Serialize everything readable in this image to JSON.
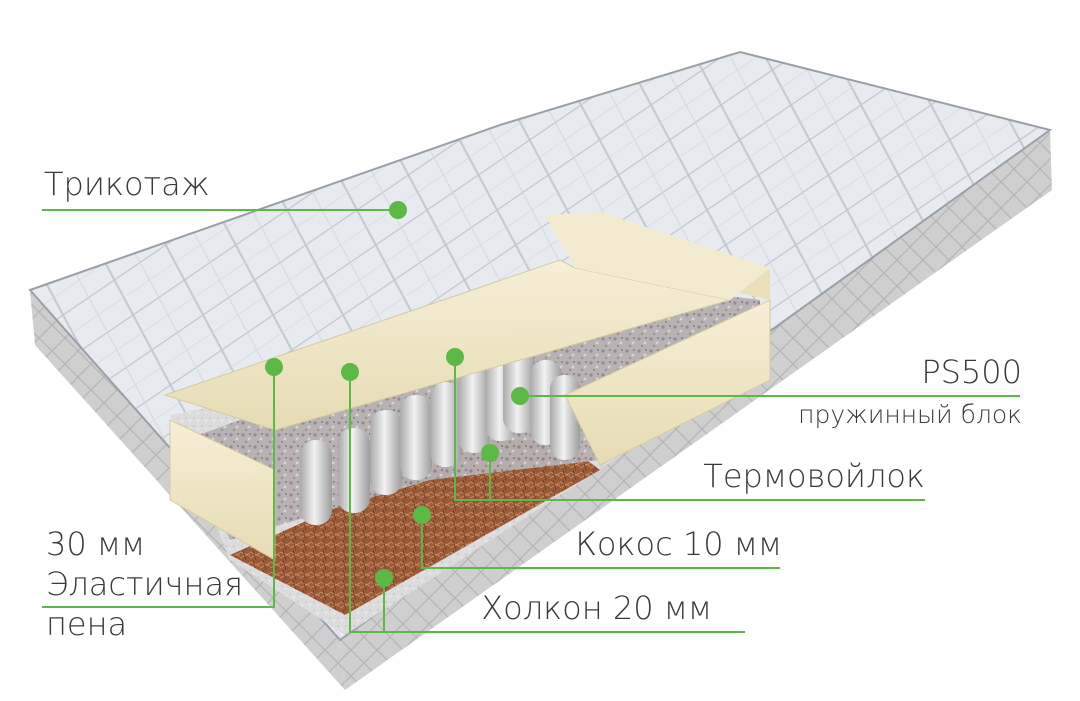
{
  "labels": {
    "knit": "Трикотаж",
    "spring_block_title": "PS500",
    "spring_block_sub": "пружинный блок",
    "felt": "Термовойлок",
    "coconut": "Кокос 10 мм",
    "holcon": "Холкон 20 мм",
    "foam_line1": "30 мм",
    "foam_line2": "Эластичная",
    "foam_line3": "пена"
  },
  "colors": {
    "accent_green": "#5cb946",
    "text": "#3a3a3a",
    "quilt_top": "#e6e9ee",
    "quilt_side": "#cfcfcf",
    "foam": "#efe6c6",
    "felt": "#b9b3b3",
    "coconut": "#9a5a38",
    "spring": "#d8d8d8"
  }
}
